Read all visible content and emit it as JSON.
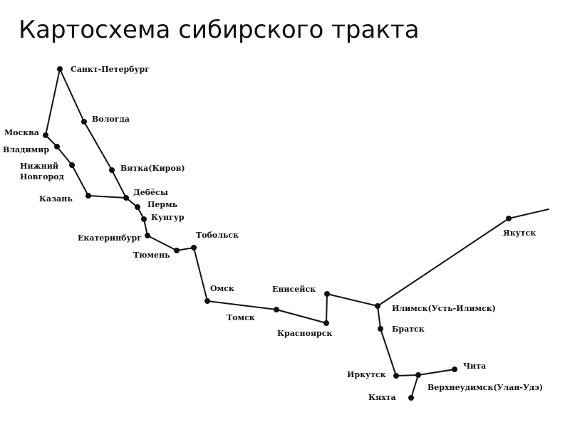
{
  "title": "Картосхема сибирского тракта",
  "cities": {
    "spb": "Санкт-Петербург",
    "vologda": "Вологда",
    "moskva": "Москва",
    "vladimir": "Владимир",
    "nn1": "Нижний",
    "nn2": "Новгород",
    "vyatka": "Вятка(Киров)",
    "kazan": "Казань",
    "debesy": "Дебёсы",
    "perm": "Пермь",
    "kungur": "Кунгур",
    "ekb": "Екатеринбург",
    "tobolsk": "Тобольск",
    "tyumen": "Тюмень",
    "omsk": "Омск",
    "tomsk": "Томск",
    "eniseysk": "Енисейск",
    "krasnoyarsk": "Красноярск",
    "yakutsk": "Якутск",
    "ilimsk": "Илимск(Усть-Илимск)",
    "bratsk": "Братск",
    "irkutsk": "Иркутск",
    "chita": "Чита",
    "verkhneudinsk": "Верхнеудимск(Улан-Удэ)",
    "kyakhta": "Кяхта"
  }
}
